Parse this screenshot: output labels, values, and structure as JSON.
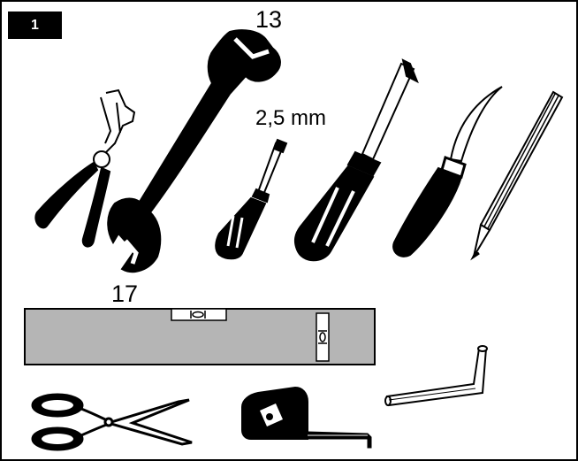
{
  "step": {
    "number": "1"
  },
  "labels": {
    "wrench_size": "13",
    "screwdriver_size": "2,5 mm",
    "level_size": "17"
  },
  "colors": {
    "ink": "#000000",
    "level_body": "#b5b5b5",
    "background": "#ffffff"
  },
  "icons": [
    "wire-stripper-pliers-icon",
    "open-end-wrench-icon",
    "small-screwdriver-icon",
    "phillips-screwdriver-icon",
    "electrician-knife-icon",
    "pencil-icon",
    "spirit-level-icon",
    "scissors-icon",
    "tape-measure-icon",
    "allen-key-icon"
  ]
}
